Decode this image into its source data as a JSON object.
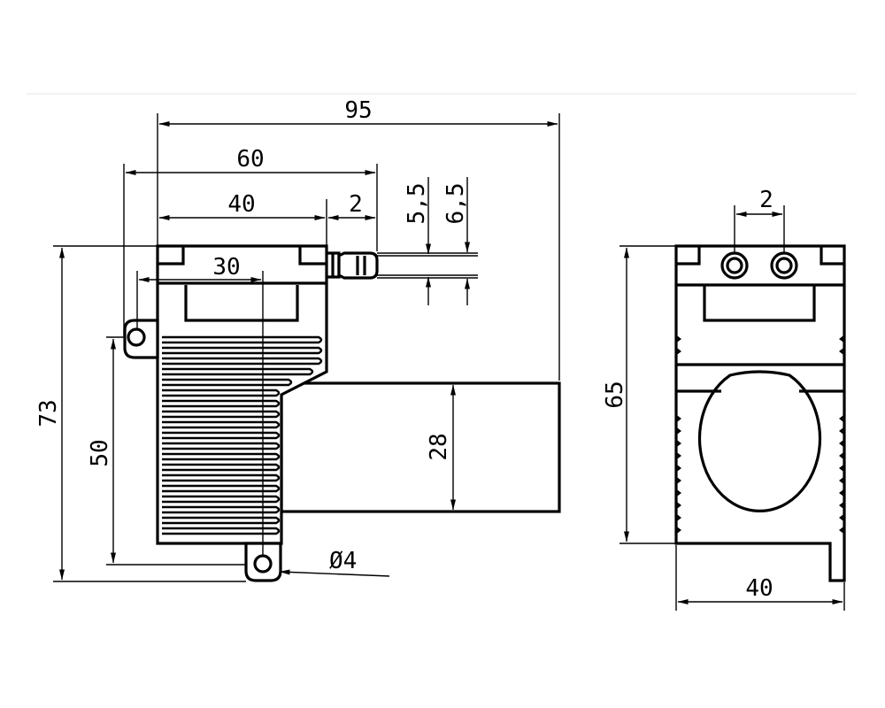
{
  "drawing": {
    "side_view": {
      "overall_length": "95",
      "head_length": "60",
      "body_length": "40",
      "nozzle_step": "2",
      "nozzle_d1": "5,5",
      "nozzle_d2": "6,5",
      "tab_offset": "30",
      "overall_height": "73",
      "mount_height": "50",
      "motor_diameter": "28",
      "hole_diameter": "Ø4"
    },
    "end_view": {
      "port_spacing": "2",
      "height": "65",
      "width": "40"
    }
  }
}
